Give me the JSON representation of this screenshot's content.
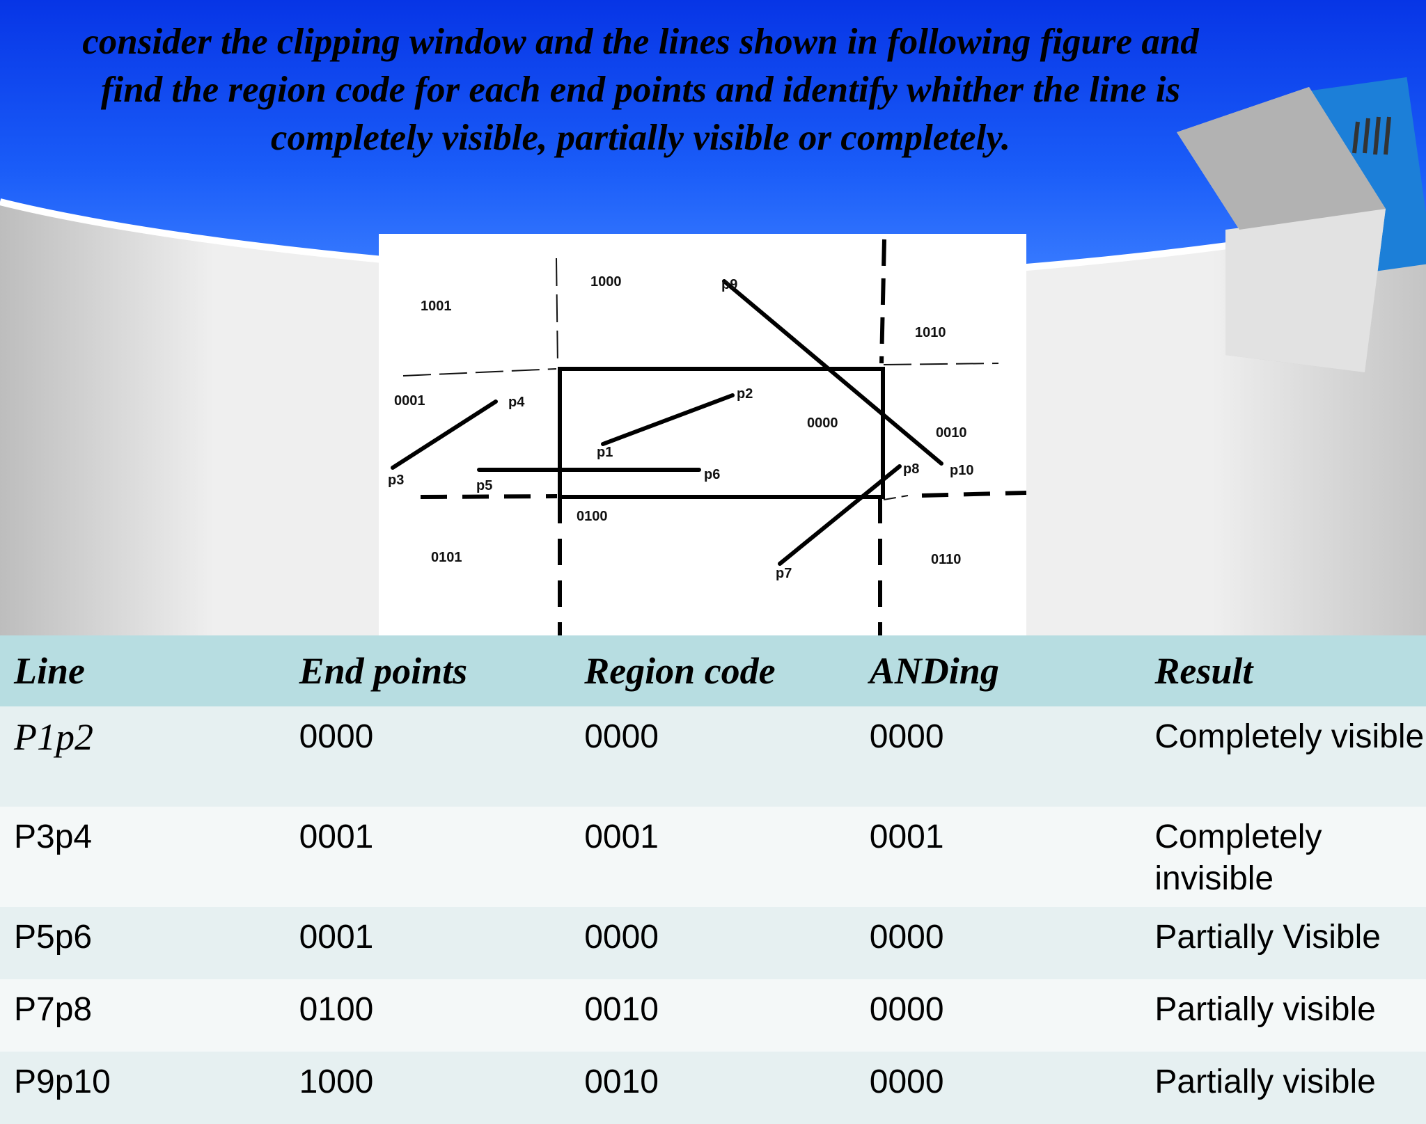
{
  "slide": {
    "title_lines": [
      "consider the clipping window and the lines shown in following figure and",
      "find the region code for each end points and identify whither  the line is",
      "completely visible, partially visible or completely."
    ]
  },
  "figure": {
    "region_codes": [
      "1001",
      "1000",
      "1010",
      "0001",
      "0000",
      "0010",
      "0101",
      "0100",
      "0110"
    ],
    "point_labels": [
      "p1",
      "p2",
      "p3",
      "p4",
      "p5",
      "p6",
      "p7",
      "p8",
      "p9",
      "p10"
    ]
  },
  "table": {
    "headers": [
      "Line",
      "End points",
      "Region code",
      "ANDing",
      "Result"
    ],
    "rows": [
      [
        "P1p2",
        "0000",
        "0000",
        "0000",
        "Completely visible"
      ],
      [
        "P3p4",
        "0001",
        "0001",
        "0001",
        "Completely invisible"
      ],
      [
        "P5p6",
        "0001",
        "0000",
        "0000",
        "Partially Visible"
      ],
      [
        "P7p8",
        "0100",
        "0010",
        "0000",
        "Partially visible"
      ],
      [
        "P9p10",
        "1000",
        "0010",
        "0000",
        "Partially visible"
      ]
    ]
  },
  "colors": {
    "header_band": "#0b3ff0",
    "table_header": "#b7dde1"
  },
  "icons": [
    "notebook-icon"
  ]
}
